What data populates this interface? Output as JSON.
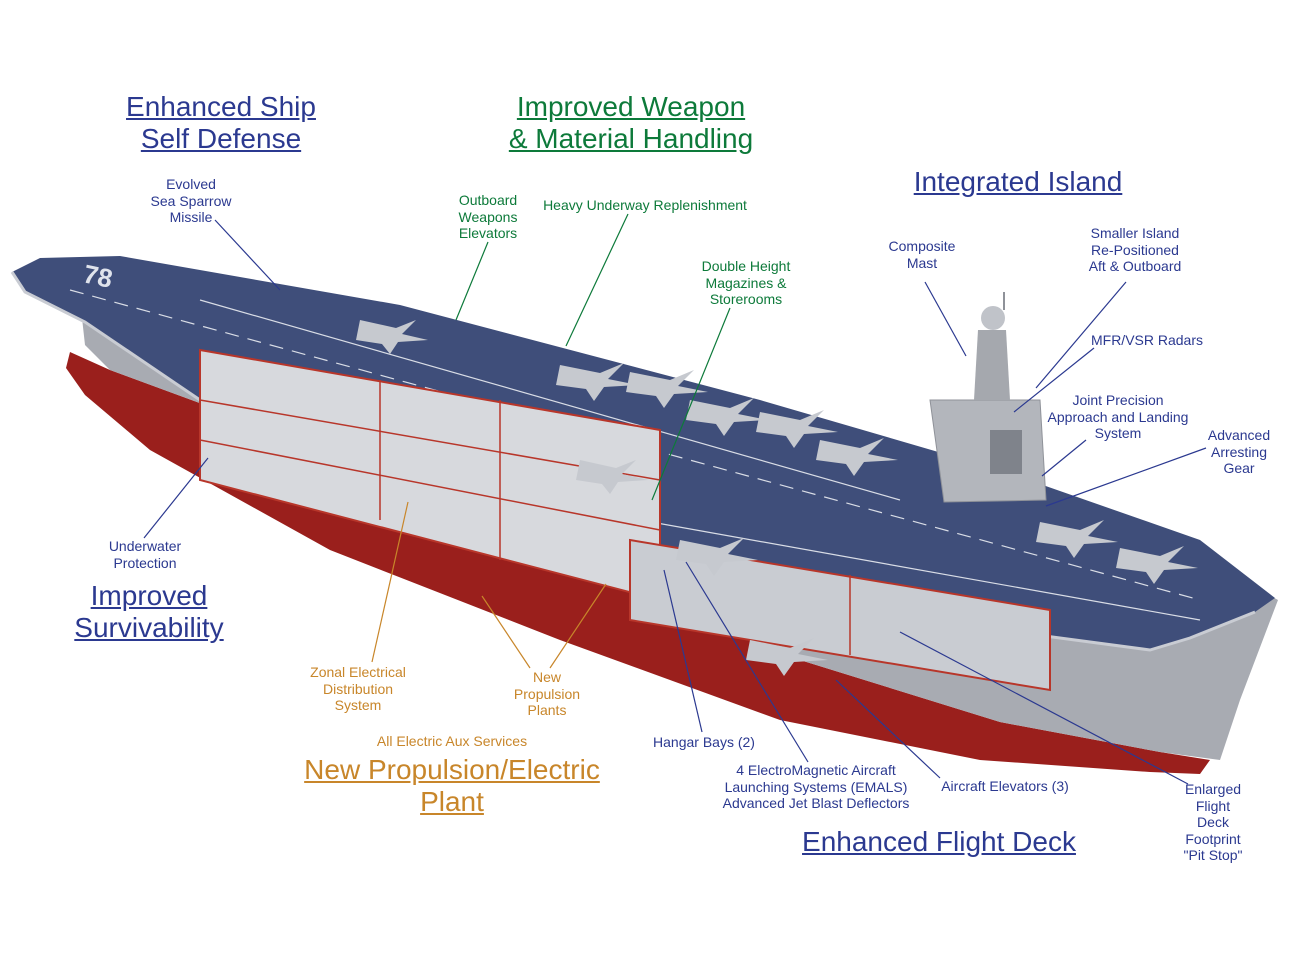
{
  "colors": {
    "blue": "#2b3990",
    "green": "#0d7a3a",
    "orange": "#c8862a",
    "deck": "#3f4e7a",
    "hull_gray": "#a8abb2",
    "hull_red": "#9a1f1c",
    "cutaway": "#b8362a"
  },
  "hull_number": "78",
  "headings": {
    "self_defense": "Enhanced Ship\nSelf Defense",
    "weapon_handling": "Improved Weapon\n& Material Handling",
    "integrated_island": "Integrated Island",
    "survivability": "Improved\nSurvivability",
    "propulsion": "New Propulsion/Electric\nPlant",
    "flight_deck": "Enhanced Flight Deck"
  },
  "labels": {
    "sea_sparrow": "Evolved\nSea Sparrow\nMissile",
    "outboard_elevators": "Outboard\nWeapons\nElevators",
    "replenishment": "Heavy Underway Replenishment",
    "magazines": "Double Height\nMagazines &\nStorerooms",
    "composite_mast": "Composite\nMast",
    "smaller_island": "Smaller Island\nRe-Positioned\nAft & Outboard",
    "radars": "MFR/VSR Radars",
    "jpals": "Joint Precision\nApproach and Landing\nSystem",
    "arresting_gear": "Advanced\nArresting\nGear",
    "underwater": "Underwater\nProtection",
    "zonal": "Zonal Electrical\nDistribution\nSystem",
    "propulsion_plants": "New\nPropulsion\nPlants",
    "aux_services": "All Electric Aux Services",
    "hangar_bays": "Hangar Bays (2)",
    "emals": "4 ElectroMagnetic Aircraft\nLaunching Systems (EMALS)\nAdvanced Jet Blast Deflectors",
    "aircraft_elevators": "Aircraft Elevators (3)",
    "pit_stop": "Enlarged\nFlight\nDeck\nFootprint\n\"Pit Stop\""
  }
}
